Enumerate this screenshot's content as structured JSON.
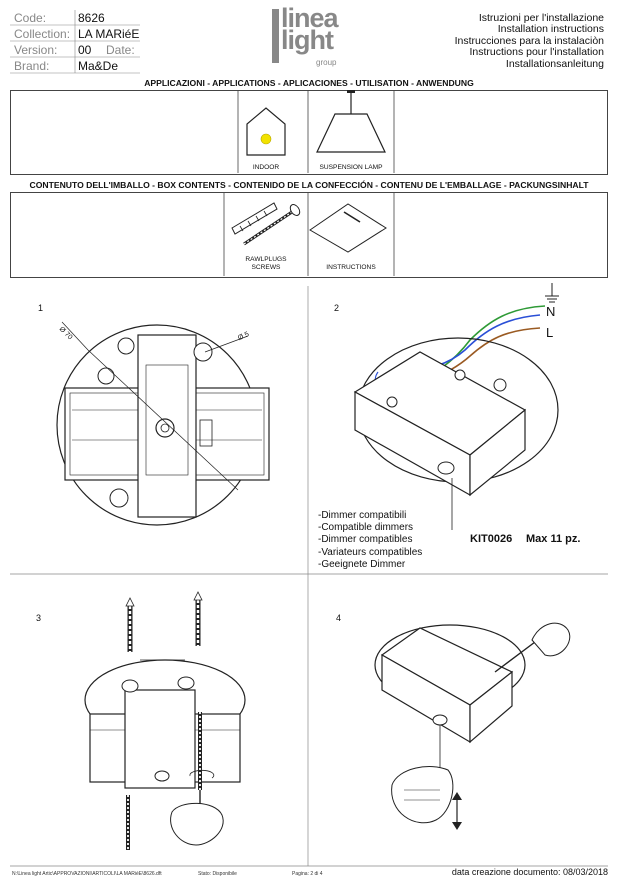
{
  "header": {
    "code_label": "Code:",
    "code_value": "8626",
    "collection_label": "Collection:",
    "collection_value": "LA MARiéE",
    "version_label": "Version:",
    "version_value": "00",
    "date_label": "Date:",
    "brand_label": "Brand:",
    "brand_value": "Ma&De",
    "logo_line1": "linea",
    "logo_line2": "light",
    "logo_line3": "group",
    "instructions": [
      "Istruzioni per l'installazione",
      "Installation instructions",
      "Instrucciones para la instalaciòn",
      "Instructions pour l'installation",
      "Installationsanleitung"
    ]
  },
  "applications": {
    "title": "APPLICAZIONI - APPLICATIONS - APLICACIONES - UTILISATION - ANWENDUNG",
    "indoor_label": "INDOOR",
    "suspension_label": "SUSPENSION LAMP"
  },
  "box_contents": {
    "title": "CONTENUTO DELL'IMBALLO - BOX CONTENTS - CONTENIDO DE LA CONFECCIÓN - CONTENU DE L'EMBALLAGE - PACKUNGSINHALT",
    "rawlplugs_label": "RAWLPLUGS",
    "screws_label": "SCREWS",
    "instructions_label": "INSTRUCTIONS"
  },
  "steps": {
    "step1": {
      "number": "1",
      "dim_large": "Ø 70",
      "dim_small": "Ø 5"
    },
    "step2": {
      "number": "2",
      "n_label": "N",
      "l_label": "L",
      "nl_label": "NL",
      "dimmer_lines": [
        "-Dimmer compatibili",
        "-Compatible dimmers",
        "-Dimmer compatibles",
        "-Variateurs compatibles",
        "-Geeignete Dimmer"
      ],
      "kit_label": "KIT0026",
      "max_label": "Max 11 pz."
    },
    "step3": {
      "number": "3"
    },
    "step4": {
      "number": "4"
    }
  },
  "footer": {
    "path": "N:\\Linea light Artic\\APPROVAZIONI\\ARTICOLI\\LA MARiéE\\8626.dft",
    "status": "Stato: Disponibile",
    "page": "Pagina: 2 di 4",
    "created": "data creazione documento: 08/03/2018"
  },
  "colors": {
    "indoor_dot": "#f2e200",
    "wire_ground": "#2e9a36",
    "wire_neutral": "#2a4fd6",
    "wire_live": "#9a5a22"
  }
}
